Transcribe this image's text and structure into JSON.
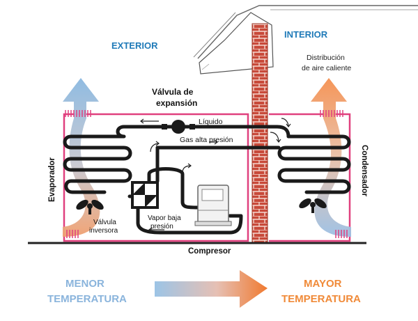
{
  "labels": {
    "exterior": "EXTERIOR",
    "interior": "INTERIOR",
    "distribucion_1": "Distribución",
    "distribucion_2": "de aire caliente",
    "valvula_exp_1": "Válvula de",
    "valvula_exp_2": "expansión",
    "liquido": "Líquido",
    "gas_alta": "Gas alta presión",
    "evaporador": "Evaporador",
    "condensador": "Condensador",
    "valvula_inv_1": "Válvula",
    "valvula_inv_2": "inversora",
    "vapor_baja_1": "Vapor baja",
    "vapor_baja_2": "presión",
    "compresor": "Compresor",
    "menor_1": "MENOR",
    "menor_2": "TEMPERATURA",
    "mayor_1": "MAYOR",
    "mayor_2": "TEMPERATURA"
  },
  "colors": {
    "exterior_label": "#1f7ab8",
    "cool_text": "#8ab4dc",
    "warm_text": "#f08a38",
    "pink_frame": "#e0407e",
    "pipe": "#1a1a1a",
    "brick": "#c84a3a",
    "cool_fill": "#8fb8e0",
    "warm_fill": "#f5a264"
  }
}
